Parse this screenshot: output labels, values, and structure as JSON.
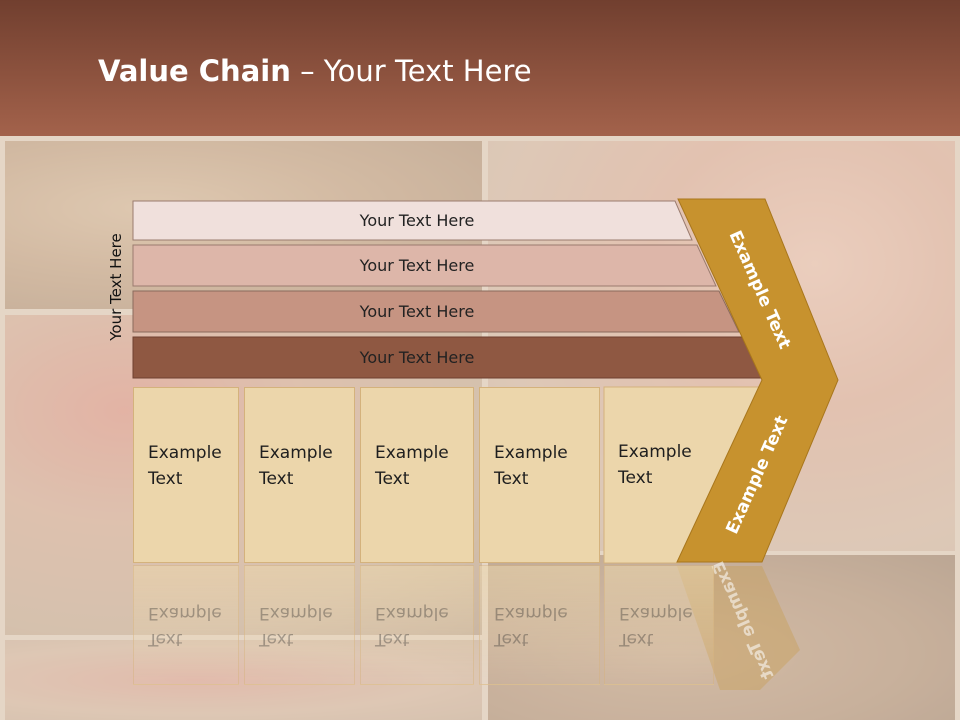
{
  "slide": {
    "title_bold": "Value Chain",
    "title_rest": " – Your Text Here"
  },
  "side_label": "Your Text Here",
  "bars": [
    {
      "label": "Your Text Here",
      "color": "#f0e0dc"
    },
    {
      "label": "Your Text Here",
      "color": "#ddb6a9"
    },
    {
      "label": "Your Text Here",
      "color": "#c69482"
    },
    {
      "label": "Your Text Here",
      "color": "#8f5842"
    }
  ],
  "boxes": [
    {
      "line1": "Example",
      "line2": "Text"
    },
    {
      "line1": "Example",
      "line2": "Text"
    },
    {
      "line1": "Example",
      "line2": "Text"
    },
    {
      "line1": "Example",
      "line2": "Text"
    },
    {
      "line1": "Example",
      "line2": "Text"
    }
  ],
  "chevron": {
    "upper_text": "Example Text",
    "lower_text": "Example Text",
    "color": "#c7922e"
  },
  "colors": {
    "header": "#8d5340",
    "box_fill": "#ecd6ab"
  }
}
